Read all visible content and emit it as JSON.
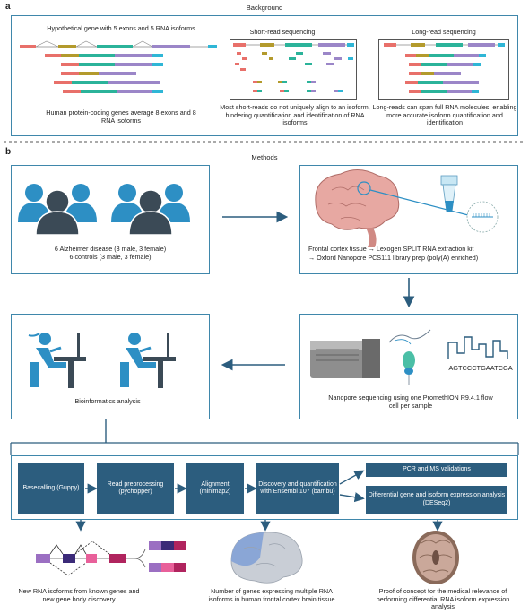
{
  "panel_a": {
    "letter": "a",
    "title": "Background",
    "gene_title": "Hypothetical gene with 5 exons and 5 RNA isoforms",
    "gene_caption": "Human protein-coding genes average 8 exons and 8 RNA isoforms",
    "short_title": "Short-read sequencing",
    "short_caption": "Most short-reads do not uniquely align to an isoform, hindering quantification and identification of RNA isoforms",
    "long_title": "Long-read sequencing",
    "long_caption": "Long-reads can span full RNA molecules, enabling more accurate isoform quantification and identification",
    "exon_colors": [
      "#e8706a",
      "#b39a2c",
      "#2bb39a",
      "#9b86c8",
      "#2fb6d6"
    ]
  },
  "panel_b": {
    "letter": "b",
    "title": "Methods",
    "cohort_caption_line1": "6 Alzheimer disease (3 male, 3 female)",
    "cohort_caption_line2": "6 controls (3 male, 3 female)",
    "tissue_line1": "Frontal cortex tissue → Lexogen SPLIT RNA extraction kit",
    "tissue_line2": "→ Oxford Nanopore PCS111 library prep (poly(A) enriched)",
    "sequence_text": "AGTCCCTGAATCGA",
    "nanopore_caption": "Nanopore sequencing using one PromethION R9.4.1 flow cell per sample",
    "bioinformatics_caption": "Bioinformatics analysis",
    "steps": [
      {
        "label": "Basecalling (Guppy)"
      },
      {
        "label": "Read preprocessing (pychopper)"
      },
      {
        "label": "Alignment (minimap2)"
      },
      {
        "label": "Discovery and quantification with Ensembl 107 (bambu)"
      },
      {
        "label": "PCR and MS validations"
      },
      {
        "label": "Differential gene and isoform expression analysis (DESeq2)"
      }
    ],
    "outcomes": [
      {
        "label": "New RNA isoforms from known genes and new gene body discovery"
      },
      {
        "label": "Number of genes expressing multiple RNA isoforms in human frontal cortex brain tissue"
      },
      {
        "label": "Proof of concept for the medical relevance of performing differential RNA isoform expression analysis"
      }
    ],
    "people_color": "#2d8fc4",
    "people_dark": "#3b4a56",
    "box_color": "#2c5d7e"
  }
}
